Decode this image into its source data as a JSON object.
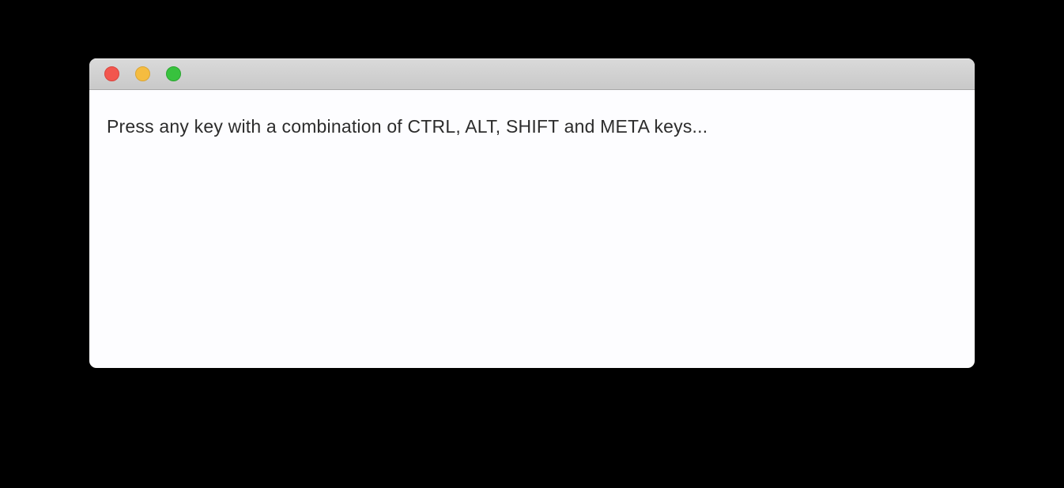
{
  "window": {
    "titlebar": {
      "buttons": [
        {
          "name": "close-button",
          "icon": "traffic-light-red",
          "color": "#f2564e"
        },
        {
          "name": "minimize-button",
          "icon": "traffic-light-yellow",
          "color": "#f5bc40"
        },
        {
          "name": "zoom-button",
          "icon": "traffic-light-green",
          "color": "#38c23e"
        }
      ],
      "title": ""
    },
    "message": "Press any key with a combination of CTRL, ALT, SHIFT and META keys..."
  },
  "colors": {
    "page_background": "#000000",
    "window_background": "#fdfdff",
    "titlebar_top": "#dadada",
    "titlebar_bottom": "#c9c9c9",
    "text": "#2c2c2c"
  }
}
